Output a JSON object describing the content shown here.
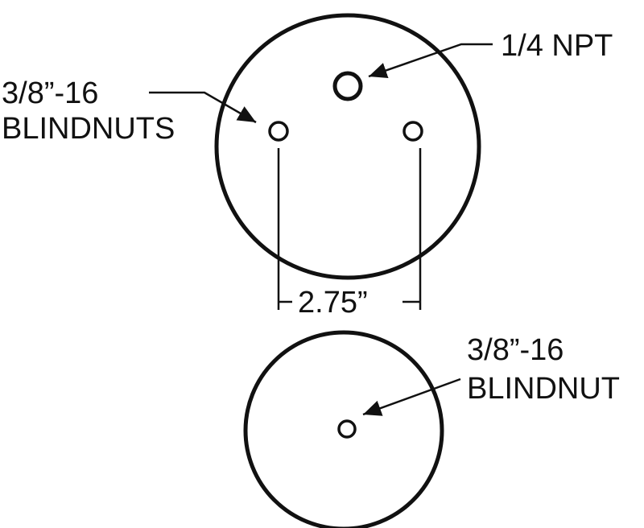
{
  "top_plate": {
    "port_label": "1/4 NPT",
    "nut_label_line1": "3/8”-16",
    "nut_label_line2": "BLINDNUTS",
    "spacing_label": "2.75”"
  },
  "bottom_plate": {
    "nut_label_line1": "3/8”-16",
    "nut_label_line2": "BLINDNUT"
  },
  "colors": {
    "line": "#111111",
    "background": "#ffffff"
  }
}
